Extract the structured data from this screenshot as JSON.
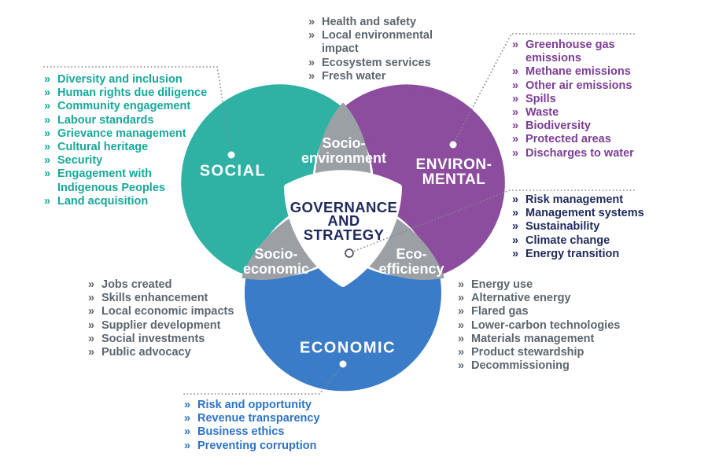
{
  "bullet": "»",
  "diagram": {
    "circles": {
      "social": {
        "label": "SOCIAL"
      },
      "environmental": {
        "label": "ENVIRON-\nMENTAL"
      },
      "economic": {
        "label": "ECONOMIC"
      }
    },
    "center": {
      "label": "GOVERNANCE\nAND\nSTRATEGY"
    },
    "overlaps": {
      "socio_environment": {
        "label": "Socio-\nenvironment"
      },
      "socio_economic": {
        "label": "Socio-\neconomic"
      },
      "eco_efficiency": {
        "label": "Eco-\nefficiency"
      }
    }
  },
  "colors": {
    "social_teal": "#2FB2A4",
    "environmental_purple": "#8C4D9E",
    "economic_blue": "#3B7CC8",
    "overlap_gray": "#9BA0A5",
    "governance_navy": "#1F2A5C",
    "gray_text": "#5C666E",
    "teal_text": "#17A89B",
    "purple_text": "#7C3D96",
    "blue_text": "#2C73C7",
    "leader_gray": "#7E8890",
    "white": "#FFFFFF"
  },
  "lists": {
    "socio_environment_topics": [
      "Health and safety",
      "Local environmental\nimpact",
      "Ecosystem services",
      "Fresh water"
    ],
    "social_topics": [
      "Diversity and inclusion",
      "Human rights due diligence",
      "Community engagement",
      "Labour standards",
      "Grievance management",
      "Cultural heritage",
      "Security",
      "Engagement with\nIndigenous Peoples",
      "Land acquisition"
    ],
    "environmental_topics": [
      "Greenhouse gas\nemissions",
      "Methane emissions",
      "Other air emissions",
      "Spills",
      "Waste",
      "Biodiversity",
      "Protected areas",
      "Discharges to water"
    ],
    "governance_topics": [
      "Risk management",
      "Management systems",
      "Sustainability",
      "Climate change",
      "Energy transition"
    ],
    "socio_economic_topics": [
      "Jobs created",
      "Skills enhancement",
      "Local economic impacts",
      "Supplier development",
      "Social investments",
      "Public advocacy"
    ],
    "eco_efficiency_topics": [
      "Energy use",
      "Alternative energy",
      "Flared gas",
      "Lower-carbon technologies",
      "Materials management",
      "Product stewardship",
      "Decommissioning"
    ],
    "economic_topics": [
      "Risk and opportunity",
      "Revenue transparency",
      "Business ethics",
      "Preventing corruption"
    ]
  }
}
